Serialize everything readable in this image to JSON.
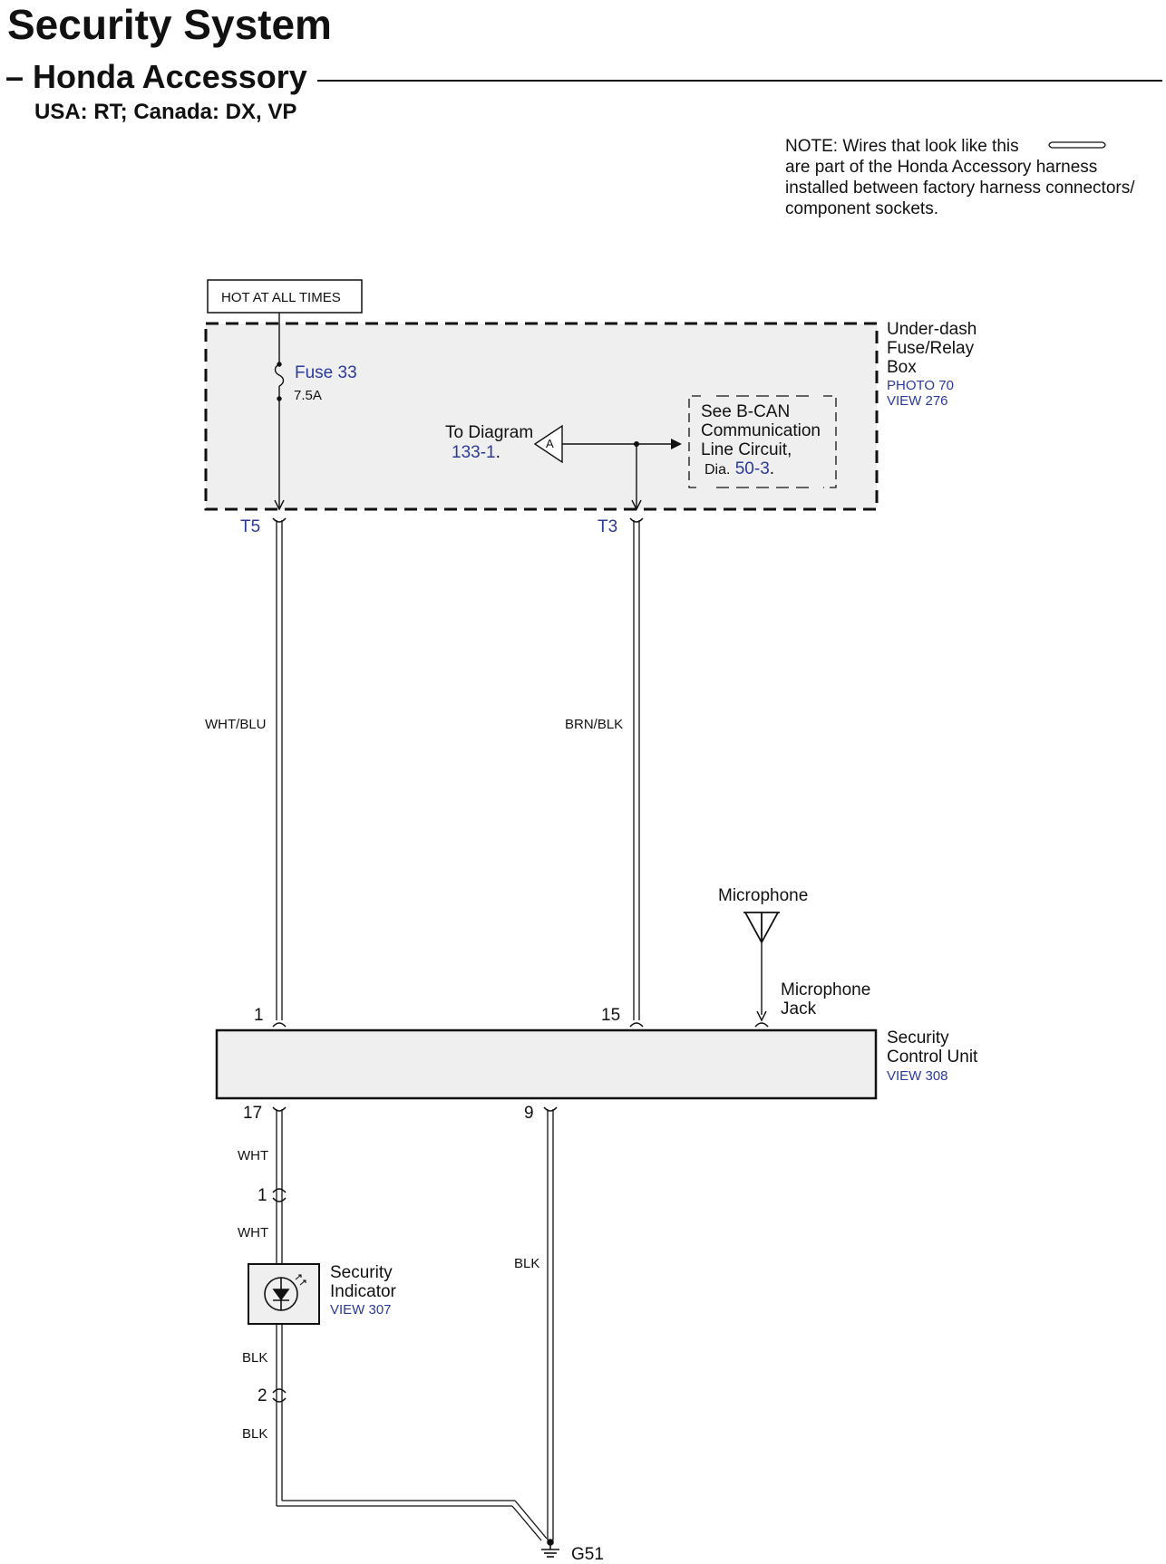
{
  "header": {
    "title": "Security System",
    "dash": "–",
    "subtitle": "Honda Accessory",
    "markets": "USA: RT; Canada: DX, VP"
  },
  "note": {
    "line1": "NOTE: Wires that look like this",
    "line2": "are part of the Honda Accessory harness",
    "line3": "installed between factory harness connectors/",
    "line4": "component sockets."
  },
  "power": {
    "label": "HOT AT ALL TIMES"
  },
  "fuse_box": {
    "name_line1": "Under-dash",
    "name_line2": "Fuse/Relay",
    "name_line3": "Box",
    "photo": "PHOTO 70",
    "view": "VIEW 276",
    "fuse_name": "Fuse 33",
    "fuse_rating": "7.5A",
    "to_diagram_label": "To Diagram",
    "to_diagram_ref": "133-1",
    "to_diagram_dot": ".",
    "connector_letter": "A",
    "bcan_line1": "See B-CAN",
    "bcan_line2": "Communication",
    "bcan_line3": "Line Circuit,",
    "bcan_dia": "Dia.",
    "bcan_ref": "50-3",
    "bcan_dot": ".",
    "terminal_left": "T5",
    "terminal_right": "T3"
  },
  "wires": {
    "wht_blu": "WHT/BLU",
    "brn_blk": "BRN/BLK",
    "wht_upper": "WHT",
    "wht_lower": "WHT",
    "blk_right": "BLK",
    "blk_upper": "BLK",
    "blk_lower": "BLK"
  },
  "microphone": {
    "label": "Microphone",
    "jack_line1": "Microphone",
    "jack_line2": "Jack"
  },
  "control_unit": {
    "name_line1": "Security",
    "name_line2": "Control Unit",
    "view": "VIEW 308",
    "pin_1": "1",
    "pin_15": "15",
    "pin_17": "17",
    "pin_9": "9"
  },
  "indicator": {
    "name_line1": "Security",
    "name_line2": "Indicator",
    "view": "VIEW 307",
    "pin_1": "1",
    "pin_2": "2"
  },
  "ground": {
    "label": "G51"
  }
}
